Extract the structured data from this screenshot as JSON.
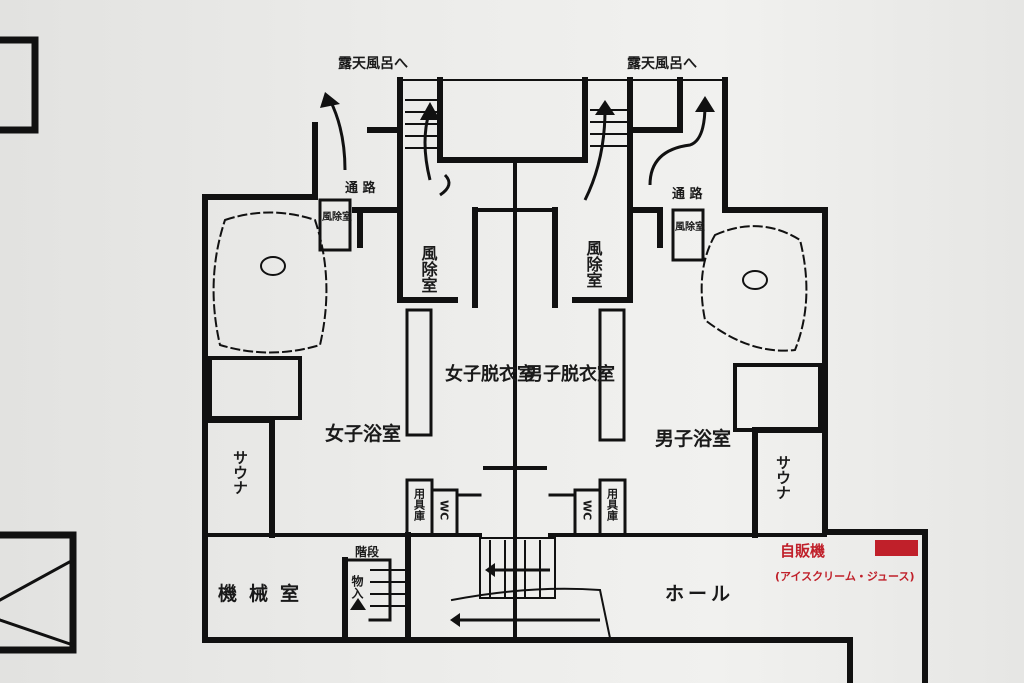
{
  "labels": {
    "to_outdoor_bath_left": "露天風呂へ",
    "to_outdoor_bath_right": "露天風呂へ",
    "passage_left": "通 路",
    "passage_right": "通 路",
    "windbreak_small_left": "風除室",
    "windbreak_small_right": "風除室",
    "windbreak_left": "風除室",
    "windbreak_right": "風除室",
    "women_changing": "女子脱衣室",
    "men_changing": "男子脱衣室",
    "women_bath": "女子浴室",
    "men_bath": "男子浴室",
    "sauna_left": "サウナ",
    "sauna_right": "サウナ",
    "storage_left": "用具庫",
    "storage_right": "用具庫",
    "wc_left": "WC",
    "wc_right": "WC",
    "stairs": "階段",
    "storeroom": "物入",
    "machine_room": "機械室",
    "hall": "ホール",
    "vending_machine": "自販機",
    "vending_items": "(アイスクリーム・ジュース)"
  },
  "colors": {
    "wall": "#111111",
    "accent": "#c0202a"
  }
}
